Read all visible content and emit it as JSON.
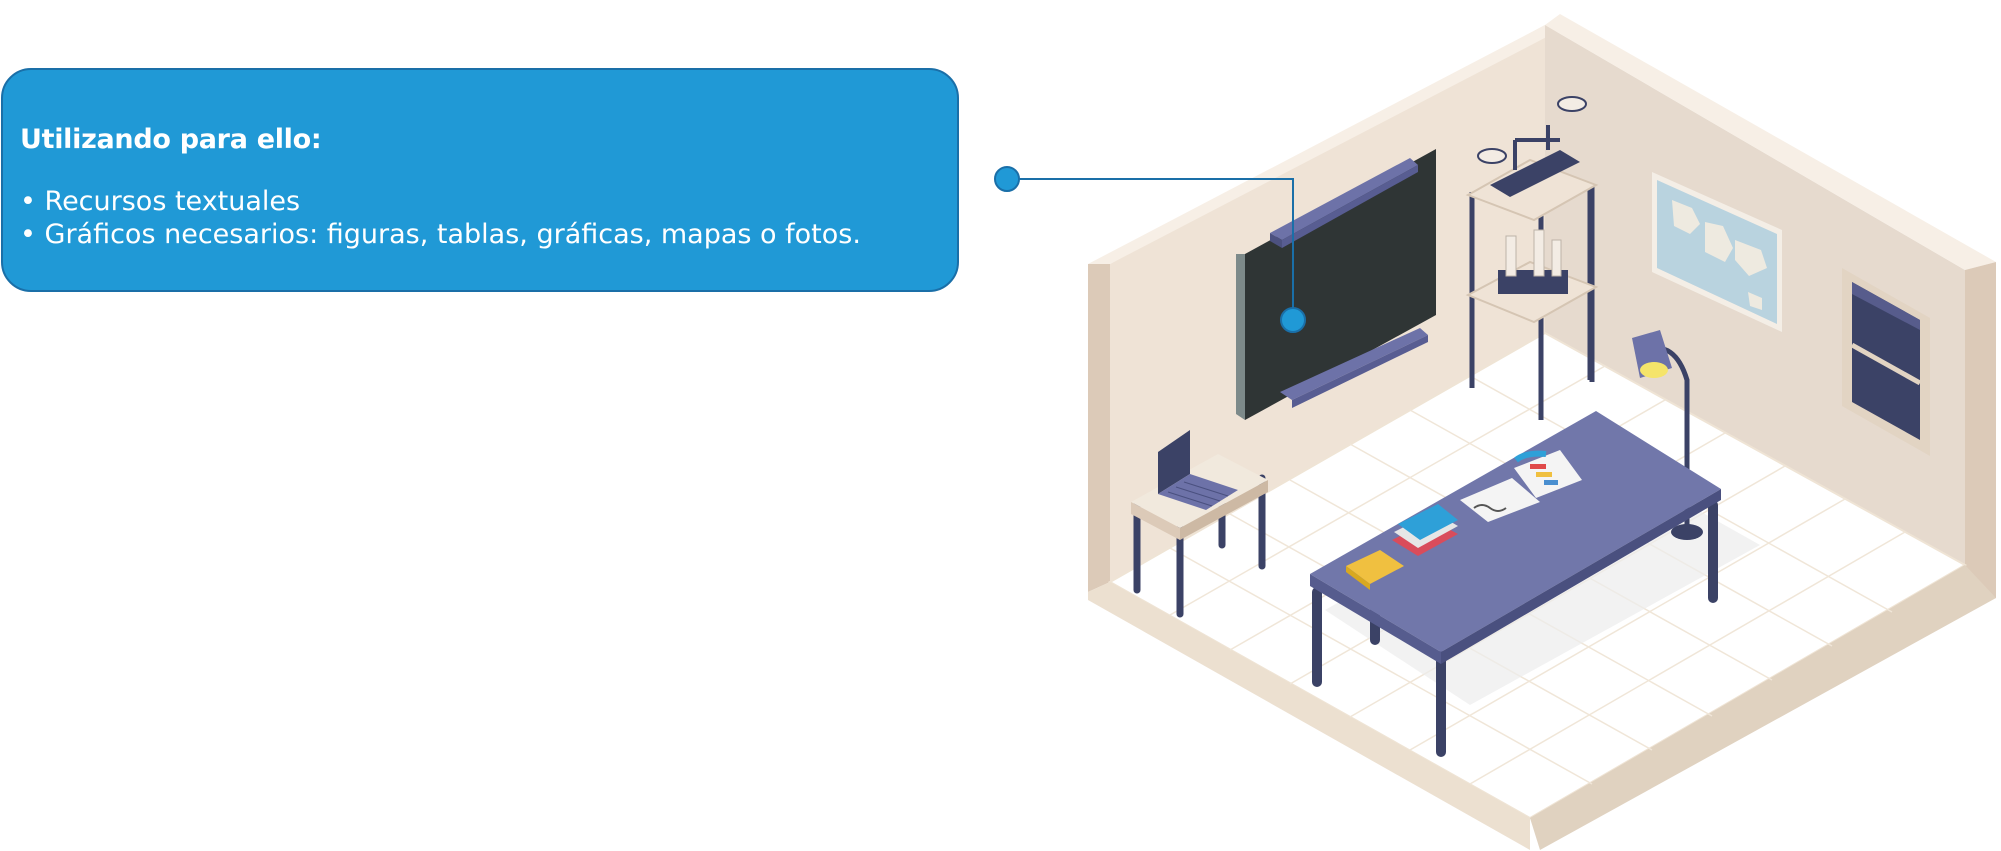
{
  "callout": {
    "title": "Utilizando para ello:",
    "items": [
      "Recursos textuales",
      "Gráficos necesarios: figuras, tablas, gráficas, mapas o fotos."
    ]
  },
  "colors": {
    "callout_fill": "#2099d6",
    "callout_border": "#1a6fa8",
    "connector": "#1a6fa8",
    "wall": "#e9ddd0",
    "floor": "#ffffff",
    "table": "#7177aa",
    "legs": "#3b4266",
    "screen": "#2f3535"
  },
  "illustration": {
    "subject": "isometric-study-room",
    "objects": [
      "wall-screen",
      "shelf-with-lab-flasks",
      "world-map",
      "window",
      "desk-lamp",
      "study-table",
      "side-table",
      "laptop",
      "books",
      "documents"
    ]
  }
}
